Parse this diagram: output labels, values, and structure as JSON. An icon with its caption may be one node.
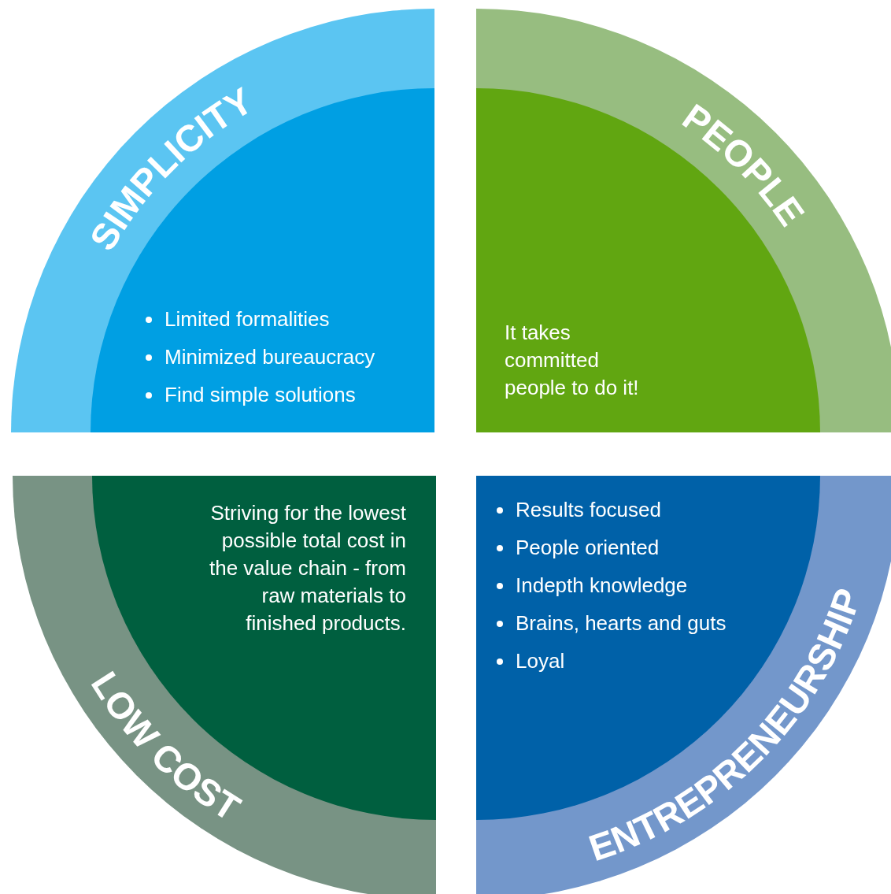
{
  "diagram": {
    "nodes": [
      {
        "text": [
          "SIMPLICITY"
        ]
      },
      {
        "text": [
          "Limited formalities",
          "Minimized bureaucracy",
          "Find simple solutions"
        ],
        "in": 0
      },
      {
        "text": [
          "PEOPLE"
        ]
      },
      {
        "text": [
          "It takes committed people to do it!"
        ],
        "in": 2
      },
      {
        "text": [
          "LOW COST"
        ]
      },
      {
        "text": [
          "Striving for the lowest possible total cost in the value chain - from raw materials to finished products."
        ],
        "in": 4
      },
      {
        "text": [
          "ENTREPRENEURSHIP"
        ]
      },
      {
        "text": [
          "Results focused",
          "People oriented",
          "Indepth knowledge",
          "Brains, hearts and guts",
          "Loyal"
        ],
        "in": 6
      }
    ]
  }
}
